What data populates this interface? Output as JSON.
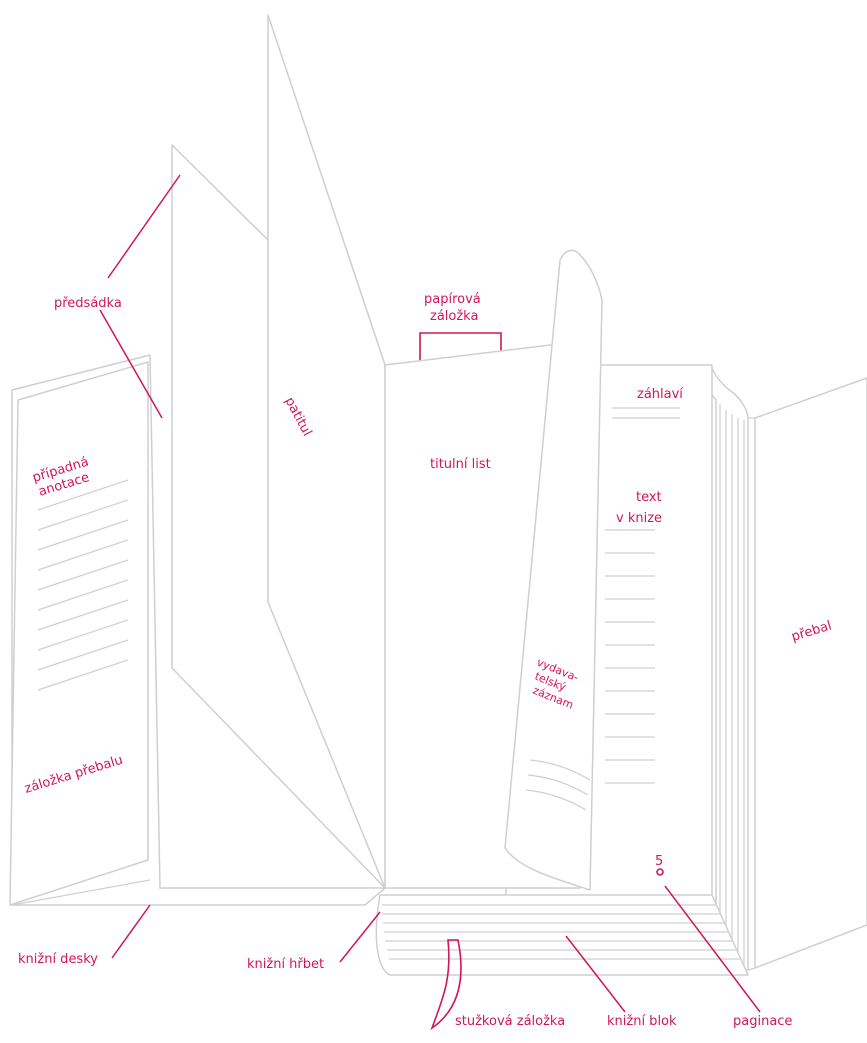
{
  "colors": {
    "accent": "#d1165a",
    "outline": "#cfcfcf",
    "background": "#ffffff"
  },
  "labels": {
    "predsadka": "předsádka",
    "papirova_zalozka_1": "papírová",
    "papirova_zalozka_2": "záložka",
    "pripadna_anotace_1": "případná",
    "pripadna_anotace_2": "anotace",
    "patitul": "patitul",
    "titulni_list": "titulní list",
    "zahlavi": "záhlaví",
    "text_v_knize_1": "text",
    "text_v_knize_2": "v knize",
    "prebal": "přebal",
    "vydavatelsky_1": "vydava-",
    "vydavatelsky_2": "telský",
    "vydavatelsky_3": "záznam",
    "zalozka_prebalu": "záložka přebalu",
    "paginace_number": "5",
    "knizni_desky": "knižní desky",
    "knizni_hrbet": "knižní hřbet",
    "stuzkova_zalozka": "stužková záložka",
    "knizni_blok": "knižní blok",
    "paginace": "paginace"
  }
}
